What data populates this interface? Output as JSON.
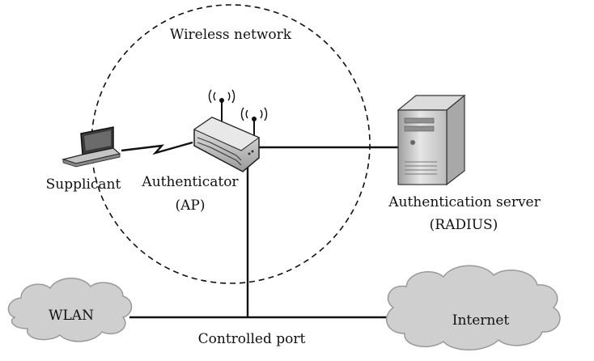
{
  "labels": {
    "wireless_network": "Wireless network",
    "supplicant": "Supplicant",
    "authenticator_line1": "Authenticator",
    "authenticator_line2": "(AP)",
    "auth_server_line1": "Authentication server",
    "auth_server_line2": "(RADIUS)",
    "wlan": "WLAN",
    "internet": "Internet",
    "controlled_port": "Controlled port"
  },
  "icons": {
    "supplicant": "laptop-icon",
    "authenticator": "wireless-access-point-icon",
    "auth_server": "tower-server-icon",
    "wlan": "cloud-icon",
    "internet": "cloud-icon"
  },
  "colors": {
    "line": "#111111",
    "cloud_fill": "#cfcfcf",
    "device_gray": "#bdbdbd"
  }
}
